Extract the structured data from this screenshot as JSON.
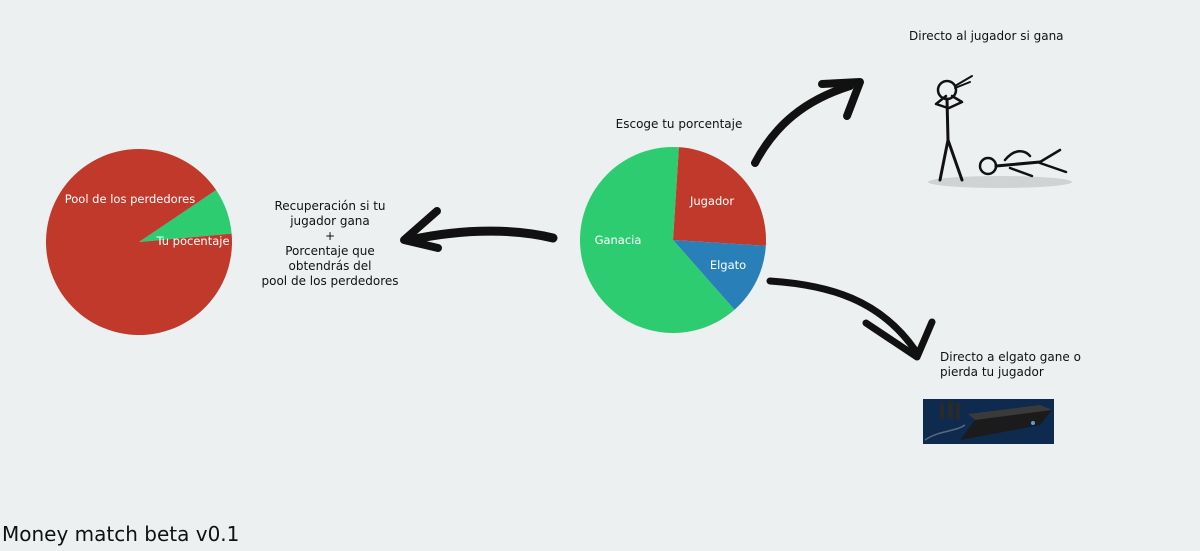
{
  "footer": {
    "title": "Money match beta v0.1"
  },
  "choose_pie": {
    "title": "Escoge tu porcentaje",
    "slices": [
      {
        "label": "Jugador",
        "value": 25,
        "color": "#c0392b"
      },
      {
        "label": "Elgato",
        "value": 12.5,
        "color": "#2980b9"
      },
      {
        "label": "Ganacia",
        "value": 62.5,
        "color": "#2ecc71"
      }
    ]
  },
  "loser_pie": {
    "slices": [
      {
        "label": "Tu pocentaje",
        "value": 8,
        "color": "#2ecc71"
      },
      {
        "label": "Pool de los perdedores",
        "value": 92,
        "color": "#c0392b"
      }
    ]
  },
  "captions": {
    "recovery": [
      "Recuperación si tu",
      "jugador gana",
      "+",
      "Porcentaje que",
      "obtendrás del",
      "pool de los perdedores"
    ],
    "player_direct": "Directo al jugador si gana",
    "elgato_direct": [
      "Directo a elgato gane o",
      "pierda tu jugador"
    ]
  },
  "colors": {
    "background": "#ecf0f1",
    "red": "#c0392b",
    "green": "#2ecc71",
    "blue": "#2980b9",
    "arrow": "#111111"
  }
}
